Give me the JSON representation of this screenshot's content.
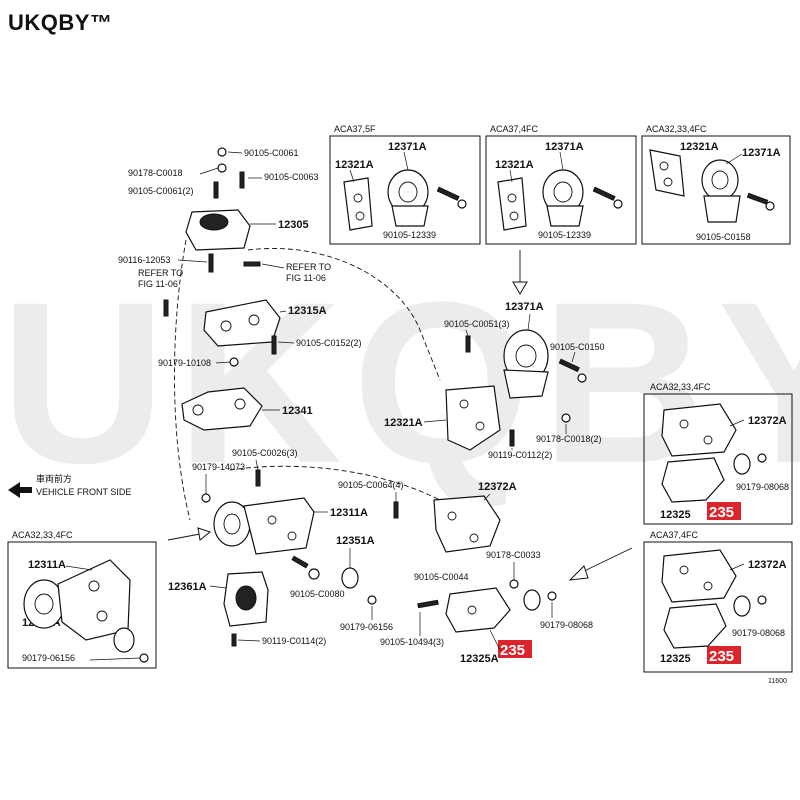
{
  "brand": "UKQBY™",
  "watermark": "UKQBY™",
  "highlight_color": "#d9252b",
  "front_side": {
    "cn": "車両前方",
    "en": "VEHICLE FRONT SIDE"
  },
  "refer": {
    "l1": "REFER TO",
    "l2": "FIG 11-06"
  },
  "inset_top": [
    {
      "title": "ACA37,5F",
      "p1": "12321A",
      "p2": "12371A",
      "bolt": "90105-12339"
    },
    {
      "title": "ACA37,4FC",
      "p1": "12321A",
      "p2": "12371A",
      "bolt": "90105-12339"
    },
    {
      "title": "ACA32,33,4FC",
      "p1": "12321A",
      "p2": "12371A",
      "bolt": "90105-C0158"
    }
  ],
  "inset_right": [
    {
      "title": "ACA32,33,4FC",
      "p1": "12372A",
      "p2": "90179-08068",
      "p3": "12325",
      "hl": "235"
    },
    {
      "title": "ACA37,4FC",
      "p1": "12372A",
      "p2": "90179-08068",
      "p3": "12325",
      "hl": "235"
    }
  ],
  "inset_left": {
    "title": "ACA32,33,4FC",
    "p1": "12311A",
    "p2": "12351A",
    "p3": "90179-06156"
  },
  "labels": {
    "b0061": "90105-C0061",
    "n0018": "90178-C0018",
    "b0063": "90105-C0063",
    "b0061b": "90105-C0061(2)",
    "p12305": "12305",
    "n12053": "90116-12053",
    "p12315": "12315A",
    "b0152": "90105-C0152(2)",
    "w10108": "90179-10108",
    "p12341": "12341",
    "b0026": "90105-C0026(3)",
    "w14073": "90179-14073",
    "p12311": "12311A",
    "p12351": "12351A",
    "p12361": "12361A",
    "b0080": "90105-C0080",
    "w06156": "90179-06156",
    "b0114": "90119-C0114(2)",
    "b0051": "90105-C0051(3)",
    "p12371": "12371A",
    "b0150": "90105-C0150",
    "p12321": "12321A",
    "n0018b": "90178-C0018(2)",
    "b0112": "90119-C0112(2)",
    "b0064": "90105-C0064(4)",
    "p12372": "12372A",
    "n0033": "90178-C0033",
    "b0044": "90105-C0044",
    "w08068": "90179-08068",
    "b10494": "90105-10494(3)",
    "p12325": "12325A",
    "hl235": "235",
    "figno": "11600"
  }
}
